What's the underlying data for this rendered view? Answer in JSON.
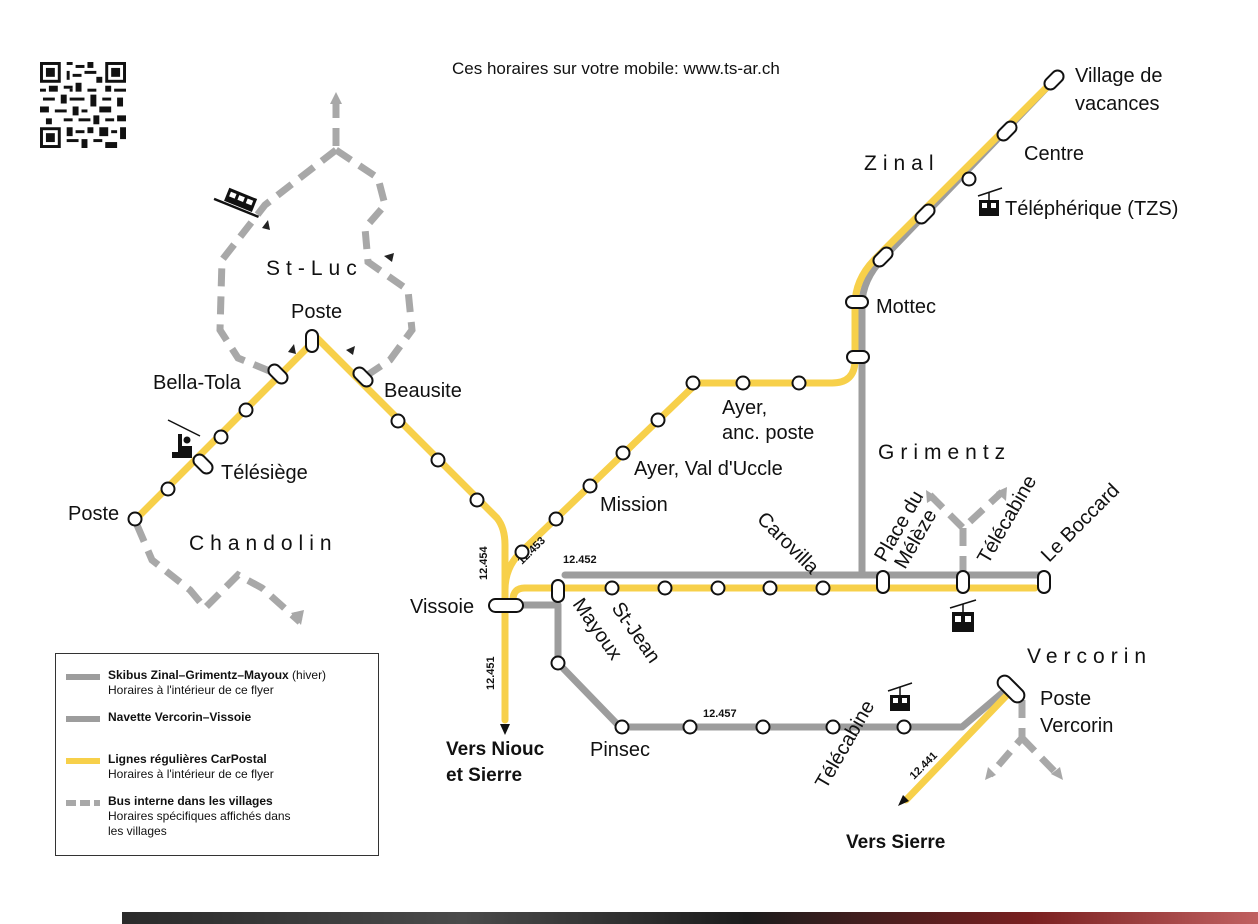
{
  "header": {
    "text": "Ces horaires sur votre mobile: www.ts-ar.ch"
  },
  "towns": {
    "st_luc": "St-Luc",
    "chandolin": "Chandolin",
    "zinal": "Zinal",
    "grimentz": "Grimentz",
    "vercorin": "Vercorin"
  },
  "stops": {
    "village_de_vacances_1": "Village de",
    "village_de_vacances_2": "vacances",
    "centre": "Centre",
    "telepherique": "Téléphérique (TZS)",
    "mottec": "Mottec",
    "ayer_anc_poste_1": "Ayer,",
    "ayer_anc_poste_2": "anc. poste",
    "ayer_val": "Ayer, Val d'Uccle",
    "mission": "Mission",
    "poste_st_luc": "Poste",
    "bella_tola": "Bella-Tola",
    "beausite": "Beausite",
    "telesiege": "Télésiège",
    "poste_chandolin": "Poste",
    "vissoie": "Vissoie",
    "carovilla": "Carovilla",
    "place_du_meleze_1": "Place du",
    "place_du_meleze_2": "Mélèze",
    "telecabine_grimentz": "Télécabine",
    "le_boccard": "Le Boccard",
    "st_jean": "St-Jean",
    "mayoux": "Mayoux",
    "pinsec": "Pinsec",
    "poste_vercorin_1": "Poste",
    "poste_vercorin_2": "Vercorin",
    "telecabine_vercorin": "Télécabine"
  },
  "line_numbers": {
    "l12454": "12.454",
    "l12453": "12.453",
    "l12452": "12.452",
    "l12451": "12.451",
    "l12457": "12.457",
    "l12441": "12.441"
  },
  "destinations": {
    "vers_niouc_1": "Vers Niouc",
    "vers_niouc_2": "et Sierre",
    "vers_sierre": "Vers Sierre"
  },
  "legend": {
    "skibus_title": "Skibus Zinal–Grimentz–Mayoux",
    "skibus_season": " (hiver)",
    "skibus_desc": "Horaires à l'intérieur de ce flyer",
    "navette_title": "Navette Vercorin–Vissoie",
    "carpostal_title": "Lignes régulières CarPostal",
    "carpostal_desc": "Horaires à l'intérieur de ce flyer",
    "bus_title": "Bus interne dans les villages",
    "bus_desc_1": "Horaires spécifiques affichés dans",
    "bus_desc_2": "les villages"
  },
  "colors": {
    "yellow": "#f7d04a",
    "grey": "#9d9d9d",
    "dashed": "#a8a8a8",
    "text": "#111111"
  },
  "icons": [
    "qr-code-icon",
    "funicular-icon",
    "chairlift-icon",
    "cable-car-icon",
    "gondola-icon",
    "arrow-down-icon"
  ]
}
